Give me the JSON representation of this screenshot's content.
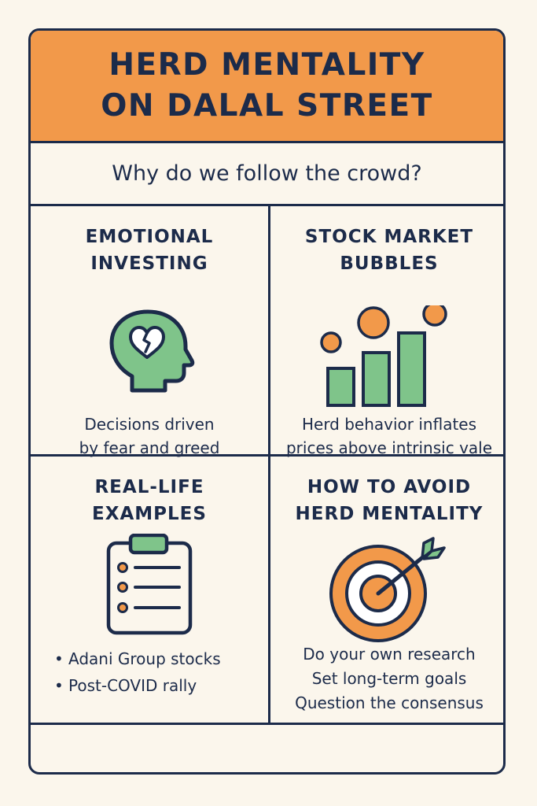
{
  "header": {
    "title": "HERD MENTALITY\nON DALAL STREET"
  },
  "subtitle": "Why do we follow the crowd?",
  "sections": {
    "emotional": {
      "title": "EMOTIONAL\nINVESTING",
      "icon": "head-broken-heart-icon",
      "desc_lines": [
        "Decisions driven",
        "by fear and greed"
      ]
    },
    "bubbles": {
      "title": "STOCK MARKET\nBUBBLES",
      "icon": "bar-chart-bubbles-icon",
      "desc_lines": [
        "Herd behavior inflates",
        "prices above intrinsic vale"
      ]
    },
    "examples": {
      "title": "REAL-LIFE\nEXAMPLES",
      "icon": "clipboard-checklist-icon",
      "items": [
        "Adani Group stocks",
        "Post-COVID rally"
      ]
    },
    "avoid": {
      "title": "HOW TO AVOID\nHERD MENTALITY",
      "icon": "target-arrow-icon",
      "desc_lines": [
        "Do your own research",
        "Set long-term goals",
        "Question the consensus"
      ]
    }
  },
  "colors": {
    "navy": "#1c2b4a",
    "orange": "#f2994a",
    "green": "#7fc48a",
    "cream": "#fbf6ec"
  }
}
